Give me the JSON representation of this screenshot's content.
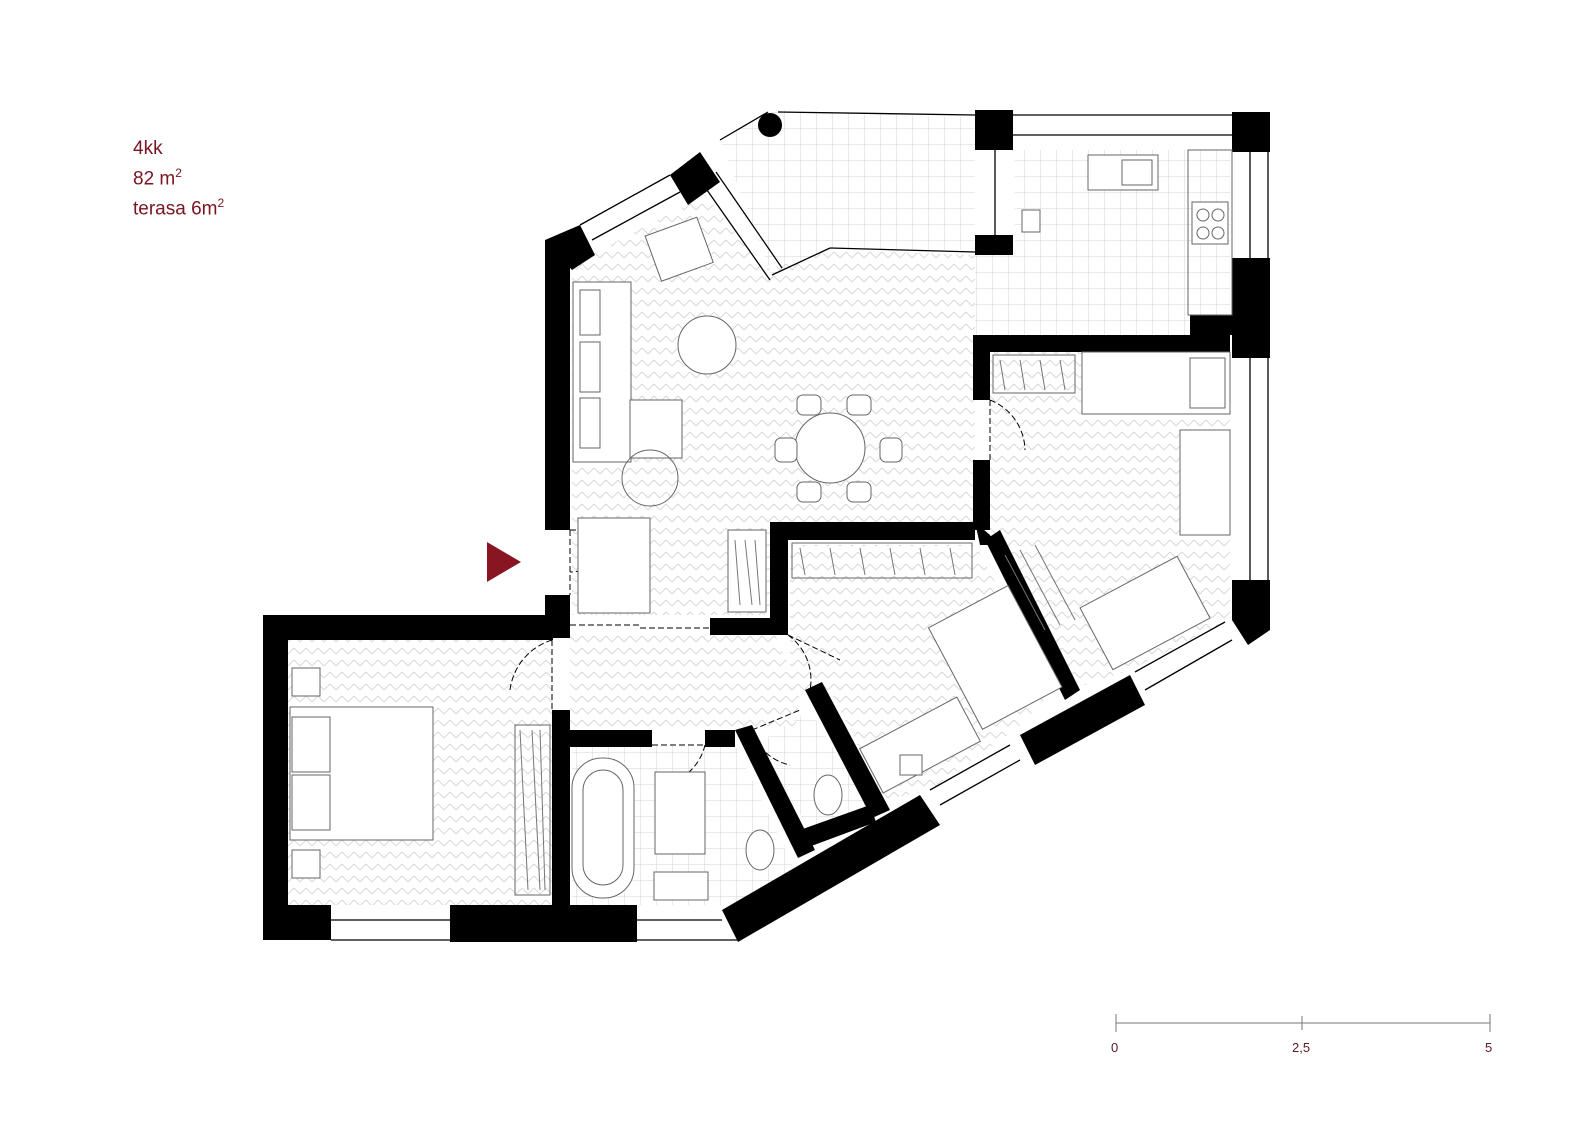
{
  "plan_info": {
    "layout": "4kk",
    "area_value": "82 m",
    "area_exp": "2",
    "terrace_value": "terasa 6m",
    "terrace_exp": "2"
  },
  "scale_bar": {
    "labels": [
      "0",
      "2,5",
      "5"
    ]
  },
  "colors": {
    "wall": "#000000",
    "accent": "#8a1522",
    "floor_pattern": "#d9d9d9",
    "furniture_line": "#666666"
  },
  "icons": {
    "entrance": "entrance-arrow-icon"
  }
}
